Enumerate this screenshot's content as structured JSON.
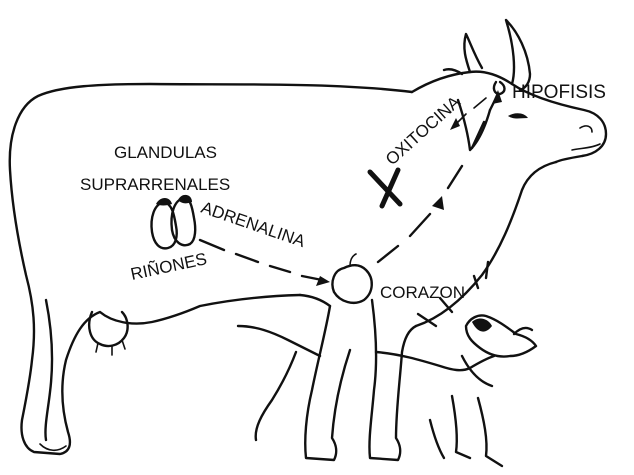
{
  "diagram": {
    "labels": {
      "hipofisis": "HIPOFISIS",
      "oxitocina": "OXITOCINA",
      "glandulas_line1": "GLANDULAS",
      "glandulas_line2": "SUPRARRENALES",
      "adrenalina": "ADRENALINA",
      "rinones": "RIÑONES",
      "corazon": "CORAZON"
    },
    "icons": {
      "block_mark": "x-mark-icon",
      "flow_arrow": "arrow-icon"
    },
    "colors": {
      "ink": "#111111",
      "background": "#ffffff"
    }
  }
}
